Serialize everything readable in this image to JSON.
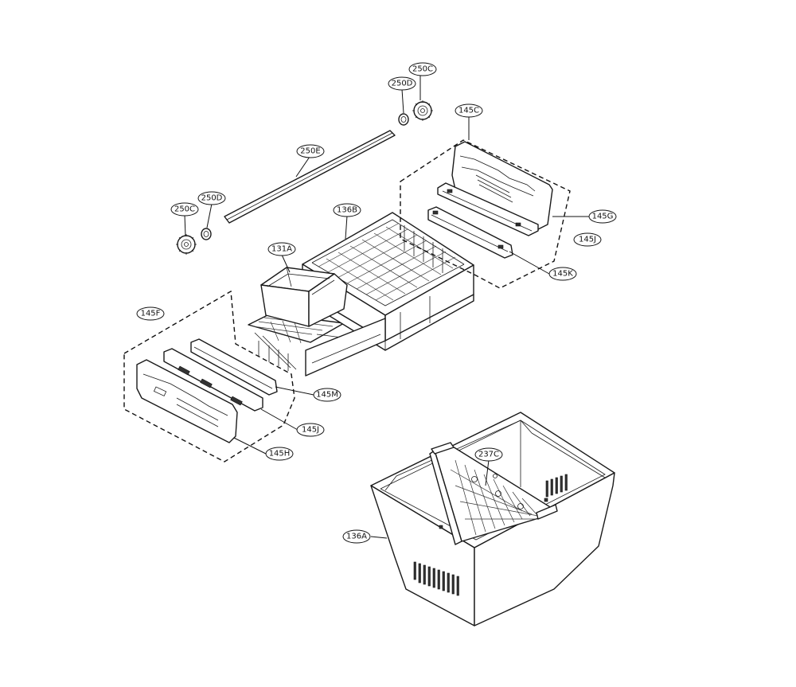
{
  "labels": {
    "l250C_top": "250C",
    "l250D_top": "250D",
    "l250E": "250E",
    "l250D_left": "250D",
    "l250C_left": "250C",
    "l136B": "136B",
    "l131A": "131A",
    "l145C": "145C",
    "l145G": "145G",
    "l145J_right": "145J",
    "l145K": "145K",
    "l145F": "145F",
    "l145M": "145M",
    "l145J_left": "145J",
    "l145H": "145H",
    "l237C": "237C",
    "l136A": "136A"
  }
}
